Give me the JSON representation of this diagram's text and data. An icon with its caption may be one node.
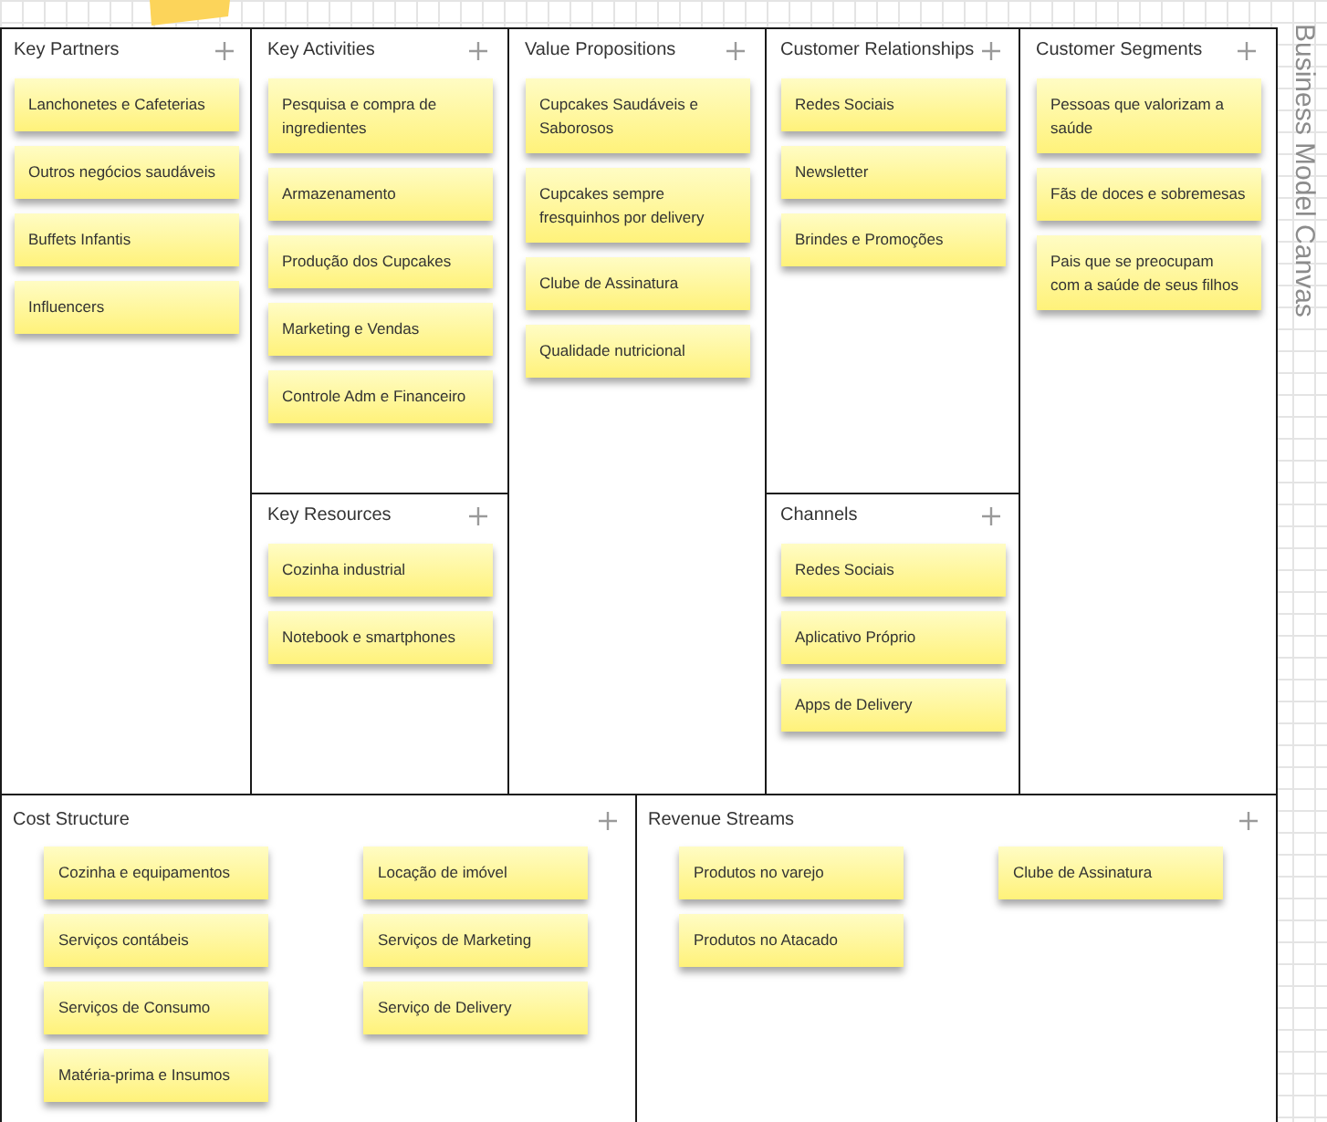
{
  "diagram": {
    "title": "Business Model Canvas",
    "nodes": [
      {
        "text": [],
        "shape": "box"
      },
      {
        "text": [
          "Key Partners"
        ]
      },
      {
        "text": [
          "Lanchonetes e Cafeterias"
        ],
        "in": 1
      },
      {
        "text": [
          "Outros negócios saudáveis"
        ],
        "in": 1
      },
      {
        "text": [
          "Buffets Infantis"
        ],
        "in": 1
      },
      {
        "text": [
          "Influencers"
        ],
        "in": 1
      },
      {
        "text": [
          "Key Activities"
        ]
      },
      {
        "text": [
          "Pesquisa e compra de ingredientes"
        ],
        "in": 6
      },
      {
        "text": [
          "Armazenamento"
        ],
        "in": 6
      },
      {
        "text": [
          "Produção dos Cupcakes"
        ],
        "in": 6
      },
      {
        "text": [
          "Marketing e Vendas"
        ],
        "in": 6
      },
      {
        "text": [
          "Controle Adm e Financeiro"
        ],
        "in": 6
      },
      {
        "text": [
          "Key Resources"
        ]
      },
      {
        "text": [
          "Cozinha industrial"
        ],
        "in": 12
      },
      {
        "text": [
          "Notebook e smartphones"
        ],
        "in": 12
      },
      {
        "text": [
          "Value Propositions"
        ]
      },
      {
        "text": [
          "Cupcakes Saudáveis e Saborosos"
        ],
        "in": 15
      },
      {
        "text": [
          "Cupcakes sempre fresquinhos por delivery"
        ],
        "in": 15
      },
      {
        "text": [
          "Clube de Assinatura"
        ],
        "in": 15
      },
      {
        "text": [
          "Qualidade nutricional"
        ],
        "in": 15
      },
      {
        "text": [
          "Customer Relationships"
        ]
      },
      {
        "text": [
          "Redes Sociais"
        ],
        "in": 20
      },
      {
        "text": [
          "Newsletter"
        ],
        "in": 20
      },
      {
        "text": [
          "Brindes e Promoções"
        ],
        "in": 20
      },
      {
        "text": [
          "Channels"
        ]
      },
      {
        "text": [
          "Redes Sociais"
        ],
        "in": 24
      },
      {
        "text": [
          "Aplicativo Próprio"
        ],
        "in": 24
      },
      {
        "text": [
          "Apps de Delivery"
        ],
        "in": 24
      },
      {
        "text": [
          "Customer Segments"
        ]
      },
      {
        "text": [
          "Pessoas que valorizam a saúde"
        ],
        "in": 28
      },
      {
        "text": [
          "Fãs de doces e sobremesas"
        ],
        "in": 28
      },
      {
        "text": [
          "Pais que se preocupam com a saúde de seus filhos"
        ],
        "in": 28
      },
      {
        "text": [
          "Cost Structure"
        ]
      },
      {
        "text": [
          "Cozinha e equipamentos"
        ],
        "in": 32
      },
      {
        "text": [
          "Locação de imóvel"
        ],
        "in": 32
      },
      {
        "text": [
          "Serviços contábeis"
        ],
        "in": 32
      },
      {
        "text": [
          "Serviços de Marketing"
        ],
        "in": 32
      },
      {
        "text": [
          "Serviços de Consumo"
        ],
        "in": 32
      },
      {
        "text": [
          "Serviço de Delivery"
        ],
        "in": 32
      },
      {
        "text": [
          "Matéria-prima e Insumos"
        ],
        "in": 32
      },
      {
        "text": [
          "Revenue Streams"
        ]
      },
      {
        "text": [
          "Produtos no varejo"
        ],
        "in": 40
      },
      {
        "text": [
          "Clube de Assinatura"
        ],
        "in": 40
      },
      {
        "text": [
          "Produtos no Atacado"
        ],
        "in": 40
      }
    ]
  }
}
